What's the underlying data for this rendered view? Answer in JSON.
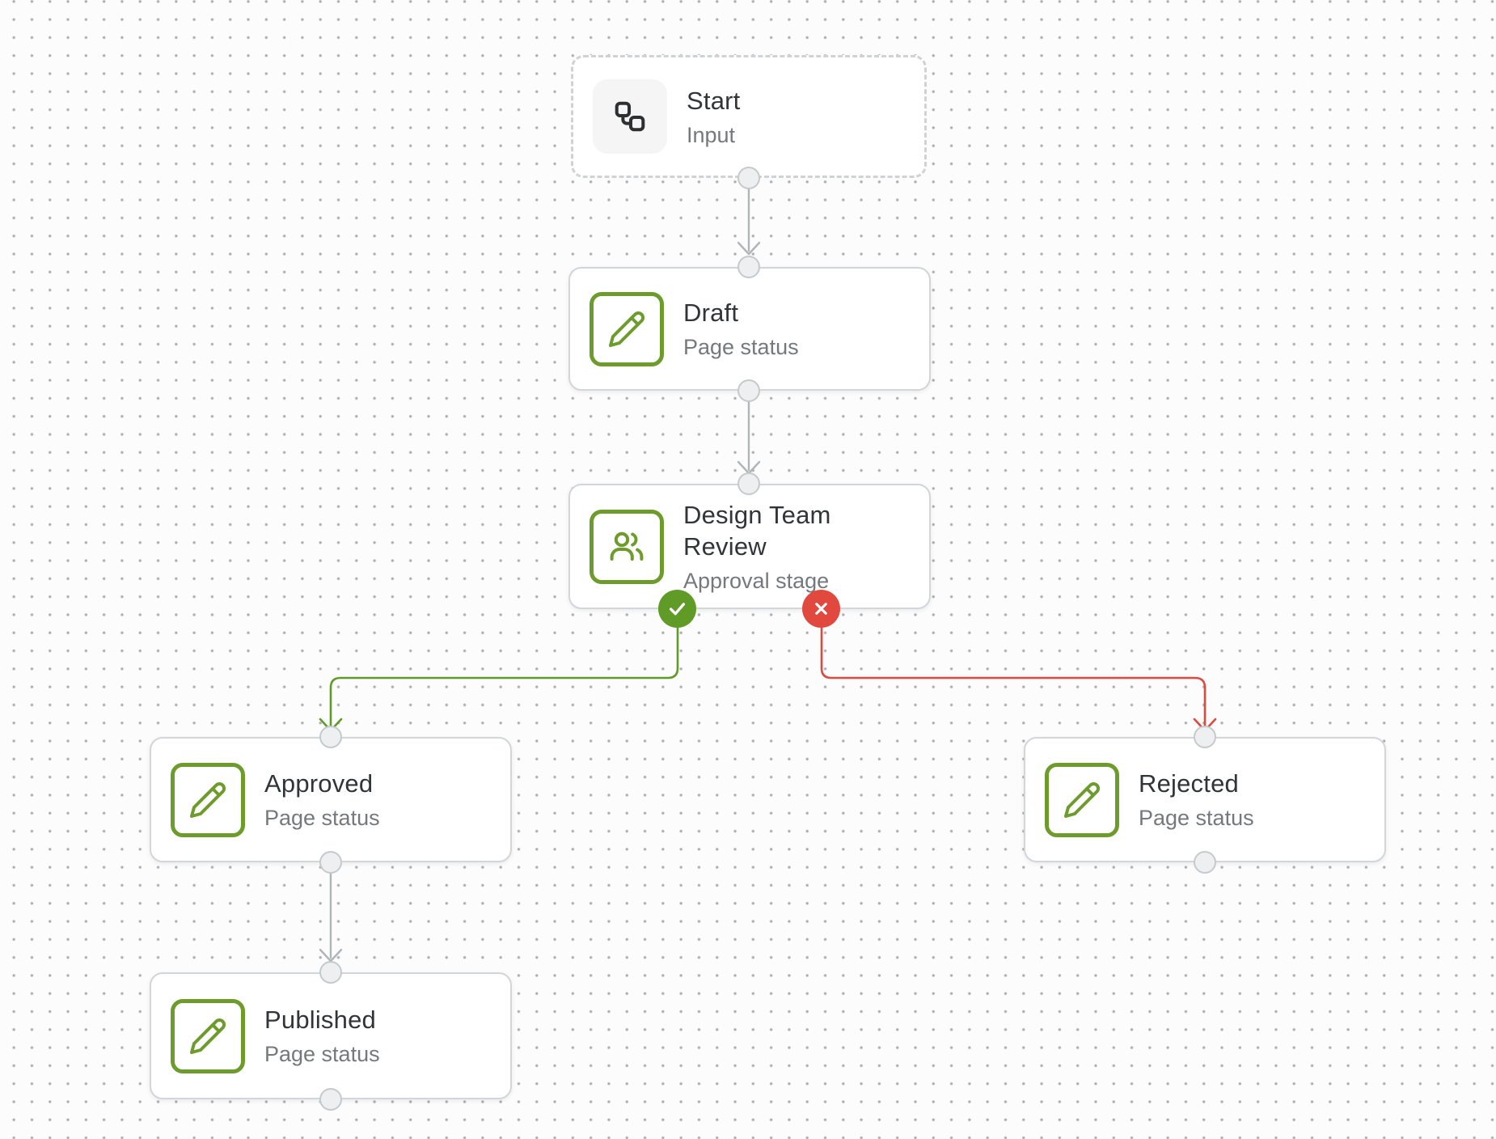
{
  "canvas": {
    "type": "workflow-editor-canvas",
    "background": "#fcfcfc",
    "dot_color": "#a9acae"
  },
  "colors": {
    "node_icon_green": "#6d9c2c",
    "approve_green": "#5f9b26",
    "reject_red": "#e1493f",
    "edge_gray": "#b0b5b8",
    "node_border": "#d3d6d8",
    "title_text": "#323537",
    "subtitle_text": "#75797c",
    "connector_fill": "#edeff1",
    "connector_border": "#c5cacd"
  },
  "nodes": [
    {
      "id": "start",
      "title": "Start",
      "subtitle": "Input",
      "icon": "workflow-icon",
      "kind": "input"
    },
    {
      "id": "draft",
      "title": "Draft",
      "subtitle": "Page status",
      "icon": "pencil-icon",
      "kind": "page-status"
    },
    {
      "id": "design-team-review",
      "title": "Design Team Review",
      "subtitle": "Approval stage",
      "icon": "users-icon",
      "kind": "approval-stage"
    },
    {
      "id": "approved",
      "title": "Approved",
      "subtitle": "Page status",
      "icon": "pencil-icon",
      "kind": "page-status"
    },
    {
      "id": "rejected",
      "title": "Rejected",
      "subtitle": "Page status",
      "icon": "pencil-icon",
      "kind": "page-status"
    },
    {
      "id": "published",
      "title": "Published",
      "subtitle": "Page status",
      "icon": "pencil-icon",
      "kind": "page-status"
    }
  ],
  "badges": [
    {
      "id": "approve-badge",
      "icon": "check-icon",
      "color": "#5f9b26",
      "on_node": "design-team-review"
    },
    {
      "id": "reject-badge",
      "icon": "x-icon",
      "color": "#e1493f",
      "on_node": "design-team-review"
    }
  ],
  "edges": [
    {
      "from": "start",
      "to": "draft",
      "type": "default"
    },
    {
      "from": "draft",
      "to": "design-team-review",
      "type": "default"
    },
    {
      "from": "design-team-review",
      "to": "approved",
      "type": "approve"
    },
    {
      "from": "design-team-review",
      "to": "rejected",
      "type": "reject"
    },
    {
      "from": "approved",
      "to": "published",
      "type": "default"
    }
  ]
}
